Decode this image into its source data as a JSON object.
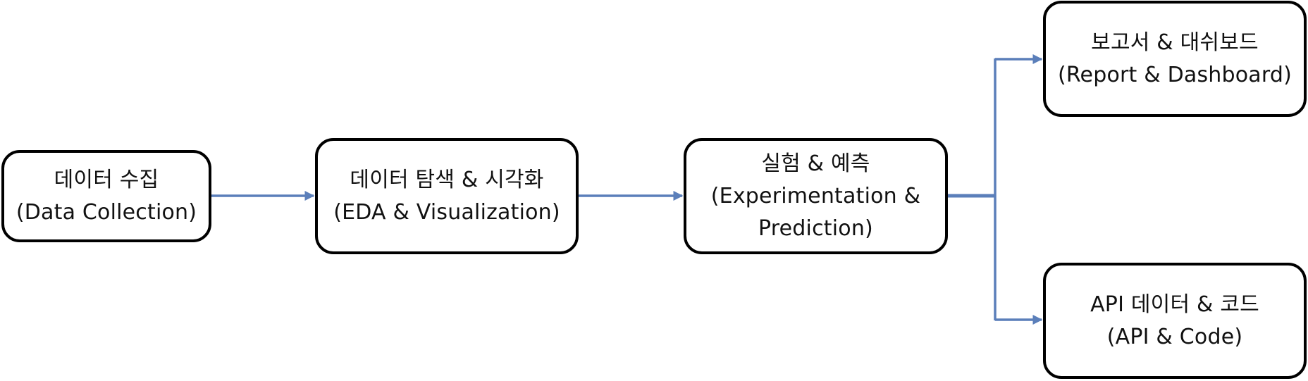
{
  "colors": {
    "connector": "#5b7fba",
    "node_border": "#000000",
    "node_fill": "#ffffff",
    "text": "#111111"
  },
  "nodes": {
    "collection": {
      "line1": "데이터 수집",
      "line2": "(Data Collection)"
    },
    "eda": {
      "line1": "데이터 탐색 & 시각화",
      "line2": "(EDA & Visualization)"
    },
    "experiment": {
      "line1": "실험 & 예측",
      "line2": "(Experimentation &",
      "line3": "Prediction)"
    },
    "report": {
      "line1": "보고서 & 대쉬보드",
      "line2": "(Report & Dashboard)"
    },
    "api": {
      "line1": "API 데이터 & 코드",
      "line2": "(API & Code)"
    }
  }
}
